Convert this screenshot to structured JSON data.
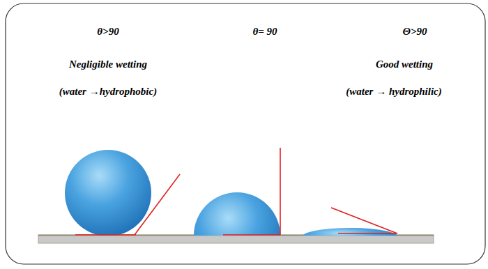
{
  "diagram": {
    "labels": [
      "θ>90",
      "Negligible wetting",
      "(water →hydrophobic)",
      "θ= 90",
      "Θ>90",
      "Good wetting",
      "(water → hydrophilic)"
    ]
  }
}
